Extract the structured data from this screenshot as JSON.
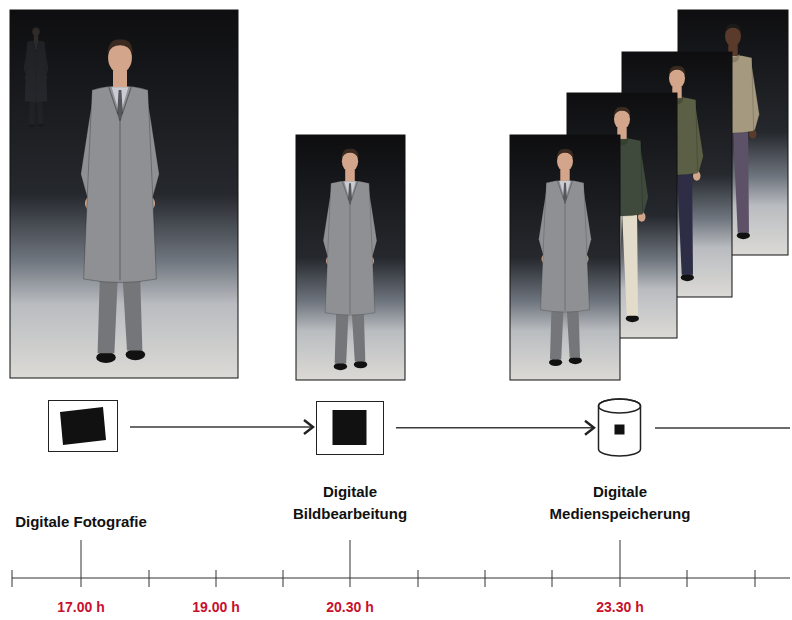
{
  "diagram": {
    "nodes": [
      {
        "text": [
          "Digitale Fotografie"
        ]
      },
      {
        "text": [
          "Digitale Bildbearbeitung"
        ]
      },
      {
        "text": [
          "Digitale Medienspeicherung"
        ]
      }
    ],
    "edges": [
      {
        "from": 0,
        "to": 1,
        "arrow": "to"
      },
      {
        "from": 1,
        "to": 2,
        "arrow": "to"
      }
    ],
    "labels": [
      "17.00 h",
      "19.00 h",
      "20.30 h",
      "23.30 h"
    ]
  }
}
